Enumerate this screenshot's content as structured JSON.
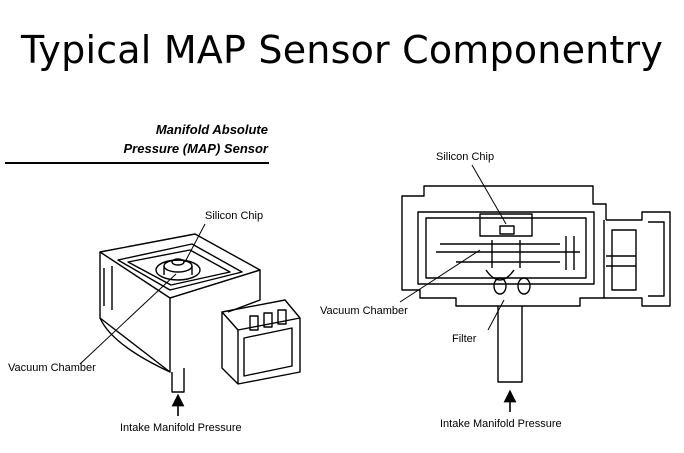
{
  "title": "Typical MAP Sensor Componentry",
  "left_diagram": {
    "header_line1": "Manifold Absolute",
    "header_line2": "Pressure (MAP) Sensor",
    "label_silicon_chip": "Silicon Chip",
    "label_vacuum_chamber": "Vacuum Chamber",
    "label_intake": "Intake Manifold Pressure"
  },
  "right_diagram": {
    "label_silicon_chip": "Silicon Chip",
    "label_vacuum_chamber": "Vacuum Chamber",
    "label_filter": "Filter",
    "label_intake": "Intake Manifold Pressure"
  }
}
